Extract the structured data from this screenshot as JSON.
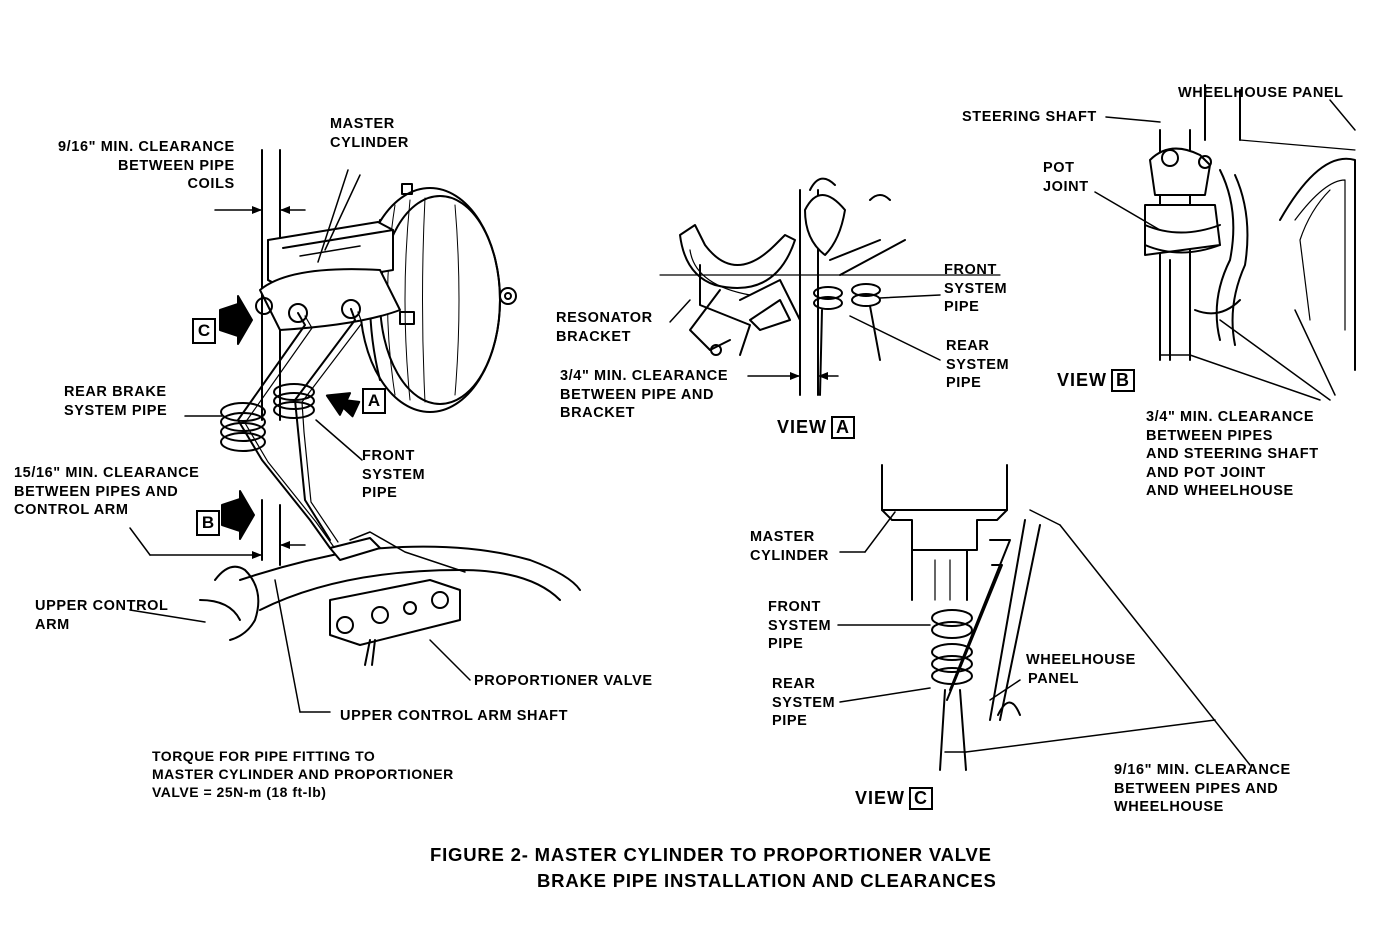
{
  "ink_color": "#000000",
  "paper_color": "#ffffff",
  "labels": {
    "pipe_coil_clearance": [
      "9/16\" MIN. CLEARANCE",
      "BETWEEN PIPE",
      "COILS"
    ],
    "master_cylinder_main": [
      "MASTER",
      "CYLINDER"
    ],
    "rear_brake_system_pipe": [
      "REAR BRAKE",
      "SYSTEM PIPE"
    ],
    "front_system_pipe_main": [
      "FRONT",
      "SYSTEM",
      "PIPE"
    ],
    "control_arm_clearance": [
      "15/16\" MIN. CLEARANCE",
      "BETWEEN PIPES AND",
      "CONTROL ARM"
    ],
    "upper_control_arm": [
      "UPPER CONTROL",
      "ARM"
    ],
    "proportioner_valve": [
      "PROPORTIONER VALVE"
    ],
    "upper_control_arm_shaft": [
      "UPPER CONTROL ARM SHAFT"
    ],
    "resonator_bracket": [
      "RESONATOR",
      "BRACKET"
    ],
    "bracket_clearance": [
      "3/4\" MIN. CLEARANCE",
      "BETWEEN PIPE AND",
      "BRACKET"
    ],
    "front_system_pipe_a": [
      "FRONT",
      "SYSTEM",
      "PIPE"
    ],
    "rear_system_pipe_a": [
      "REAR",
      "SYSTEM",
      "PIPE"
    ],
    "steering_shaft": [
      "STEERING SHAFT"
    ],
    "wheelhouse_panel_b": [
      "WHEELHOUSE PANEL"
    ],
    "pot_joint": [
      "POT",
      "JOINT"
    ],
    "steering_clearance": [
      "3/4\" MIN. CLEARANCE",
      "BETWEEN PIPES",
      "AND STEERING SHAFT",
      "AND POT JOINT",
      "AND WHEELHOUSE"
    ],
    "master_cylinder_c": [
      "MASTER",
      "CYLINDER"
    ],
    "front_system_pipe_c": [
      "FRONT",
      "SYSTEM",
      "PIPE"
    ],
    "rear_system_pipe_c": [
      "REAR",
      "SYSTEM",
      "PIPE"
    ],
    "wheelhouse_panel_c": [
      "WHEELHOUSE",
      "PANEL"
    ],
    "wheelhouse_clearance": [
      "9/16\" MIN. CLEARANCE",
      "BETWEEN  PIPES AND",
      "WHEELHOUSE"
    ]
  },
  "callouts": {
    "arrow_c": "C",
    "arrow_a": "A",
    "arrow_b": "B"
  },
  "views": {
    "view_a": {
      "word": "VIEW",
      "letter": "A"
    },
    "view_b": {
      "word": "VIEW",
      "letter": "B"
    },
    "view_c": {
      "word": "VIEW",
      "letter": "C"
    }
  },
  "torque_note": [
    "TORQUE FOR PIPE FITTING TO",
    "MASTER CYLINDER AND  PROPORTIONER",
    "VALVE = 25N-m (18 ft-lb)"
  ],
  "caption": {
    "line1": "FIGURE 2- MASTER CYLINDER TO PROPORTIONER VALVE",
    "line2": "BRAKE PIPE INSTALLATION AND CLEARANCES"
  }
}
